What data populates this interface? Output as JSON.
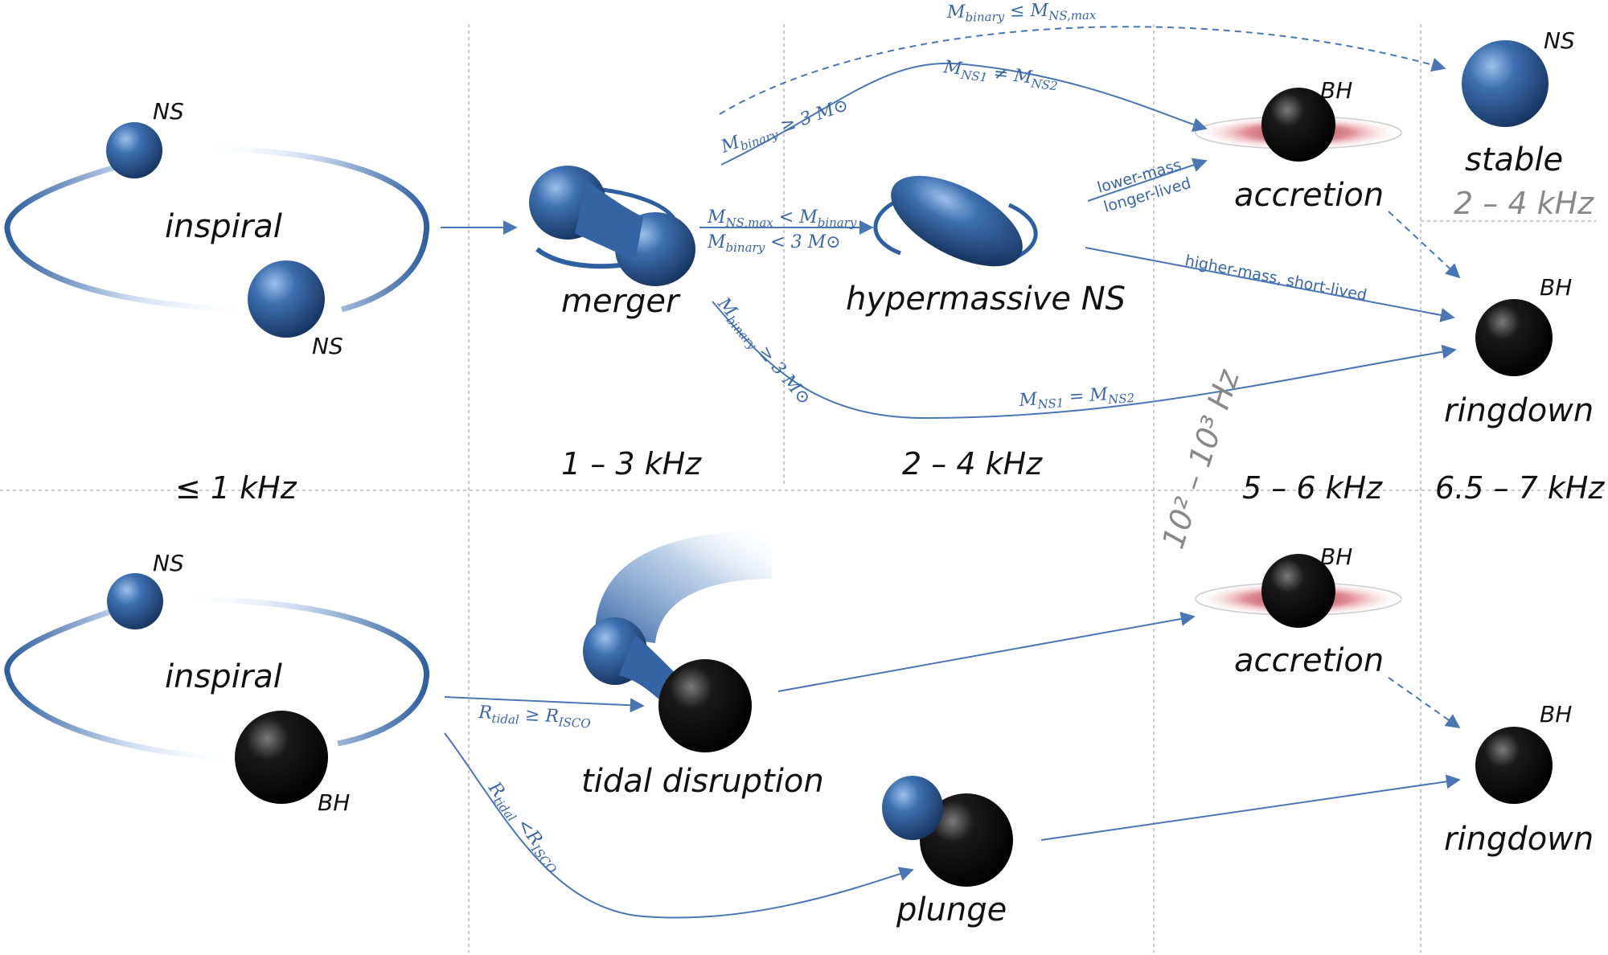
{
  "colors": {
    "ns": "#2e5f9e",
    "arrow": "#4a77b4",
    "divider": "#b8b8b8",
    "bh": "#000000",
    "disk": "#d77a82"
  },
  "frequencies": {
    "band1": "≤  1 kHz",
    "band2": "1 – 3 kHz",
    "band3": "2 – 4 kHz",
    "band4": "5 – 6 kHz",
    "band5": "6.5 – 7 kHz",
    "stable_band": "2 – 4 kHz",
    "low_band": "10² – 10³ Hz"
  },
  "top": {
    "inspiral": "inspiral",
    "ns_label": "NS",
    "merger": "merger",
    "hmns": "hypermassive NS",
    "accretion": "accretion",
    "bh_label": "BH",
    "stable": "stable",
    "ringdown": "ringdown",
    "cond_stable": {
      "a": "M",
      "a_sub": "binary",
      "op": " ≤ ",
      "b": "M",
      "b_sub": "NS,max"
    },
    "cond_unequal_mass": {
      "a": "M",
      "a_sub": "NS1",
      "op": " ≠ ",
      "b": "M",
      "b_sub": "NS2"
    },
    "cond_heavy_upper": {
      "a": "M",
      "a_sub": "binary",
      "op": " ≥ 3 M⊙"
    },
    "cond_hmns_1": {
      "a": "M",
      "a_sub": "NS,max",
      "op": " < ",
      "b": "M",
      "b_sub": "binary"
    },
    "cond_hmns_2": {
      "a": "M",
      "a_sub": "binary",
      "op": " < 3 M⊙"
    },
    "cond_heavy_lower": {
      "a": "M",
      "a_sub": "binary",
      "op": " ≥ 3 M⊙"
    },
    "cond_equal_mass": {
      "a": "M",
      "a_sub": "NS1",
      "op": " = ",
      "b": "M",
      "b_sub": "NS2"
    },
    "lower_mass": "lower-mass",
    "longer_lived": "longer-lived",
    "higher_mass": "higher-mass, short-lived"
  },
  "bottom": {
    "inspiral": "inspiral",
    "ns_label": "NS",
    "bh_label": "BH",
    "tidal": "tidal disruption",
    "plunge": "plunge",
    "accretion": "accretion",
    "ringdown": "ringdown",
    "cond_tidal_ge": {
      "a": "R",
      "a_sub": "tidal",
      "op": " ≥ ",
      "b": "R",
      "b_sub": "ISCO"
    },
    "cond_tidal_lt": {
      "a": "R",
      "a_sub": "tidal",
      "op": " <",
      "b": "R",
      "b_sub": "ISCO"
    }
  }
}
